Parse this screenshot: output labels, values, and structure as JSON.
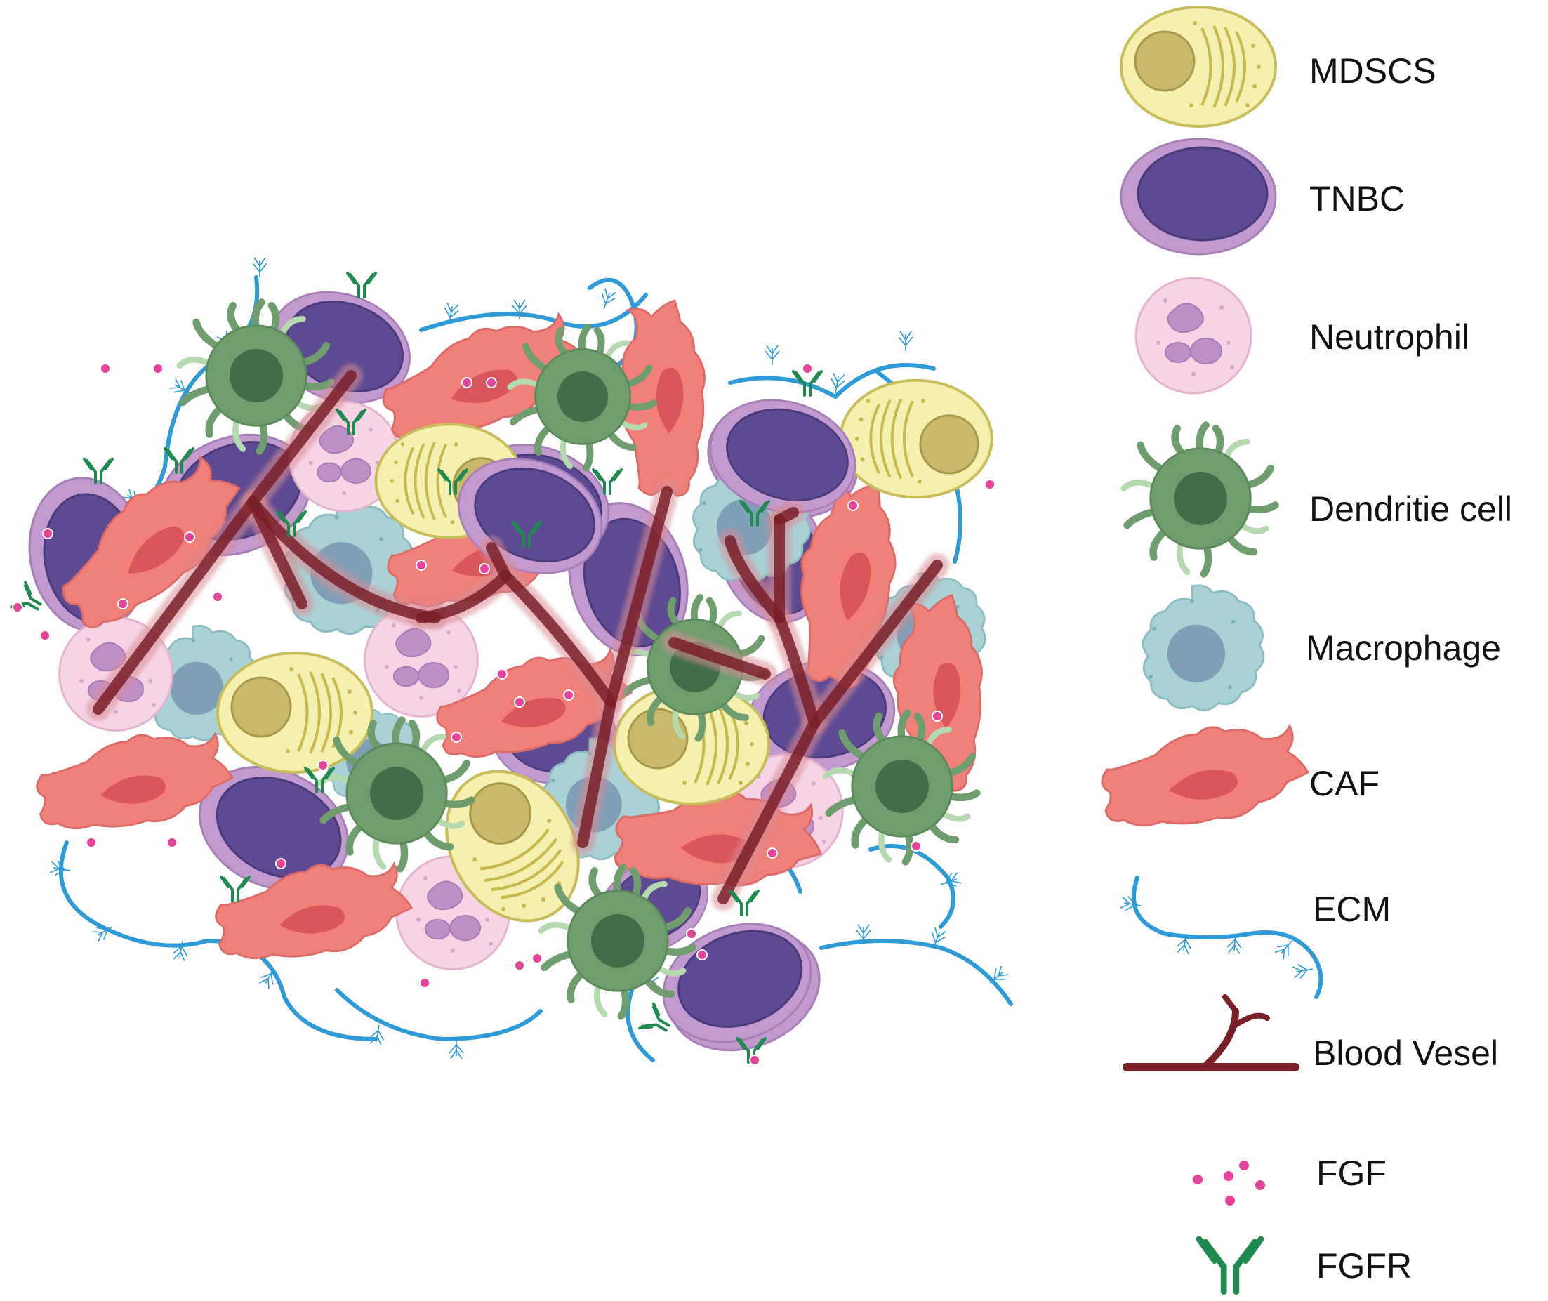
{
  "colors": {
    "mdscs_fill": "#f5f0b0",
    "mdscs_nucleus": "#c9b96a",
    "mdscs_detail": "#c8b94e",
    "tnbc_outer": "#c39ad0",
    "tnbc_inner": "#5e4a92",
    "neutrophil_fill": "#f6d4e6",
    "neutrophil_nucleus": "#c08fc8",
    "dendritic_fill": "#6f9e6e",
    "dendritic_nucleus": "#3f6e48",
    "dendritic_tips": "#b6dab0",
    "macrophage_fill": "#a9d2d6",
    "macrophage_nucleus": "#7f9fb8",
    "caf_fill": "#f08078",
    "caf_nucleus": "#d9565a",
    "ecm": "#2f9ad8",
    "vessel": "#7a1e28",
    "fgf": "#e6449a",
    "fgfr": "#1f8a4f"
  },
  "legend": {
    "items": [
      {
        "key": "mdscs",
        "label": "MDSCS",
        "icon": "mdscs-cell-icon"
      },
      {
        "key": "tnbc",
        "label": "TNBC",
        "icon": "tnbc-cell-icon"
      },
      {
        "key": "neutrophil",
        "label": "Neutrophil",
        "icon": "neutrophil-cell-icon"
      },
      {
        "key": "dendritic",
        "label": "Dendritie cell",
        "icon": "dendritic-cell-icon"
      },
      {
        "key": "macrophage",
        "label": "Macrophage",
        "icon": "macrophage-cell-icon"
      },
      {
        "key": "caf",
        "label": "CAF",
        "icon": "caf-cell-icon"
      },
      {
        "key": "ecm",
        "label": "ECM",
        "icon": "ecm-fiber-icon"
      },
      {
        "key": "vessel",
        "label": "Blood Vesel",
        "icon": "blood-vessel-icon"
      },
      {
        "key": "fgf",
        "label": "FGF",
        "icon": "fgf-dots-icon"
      },
      {
        "key": "fgfr",
        "label": "FGFR",
        "icon": "fgfr-receptor-icon"
      }
    ]
  }
}
